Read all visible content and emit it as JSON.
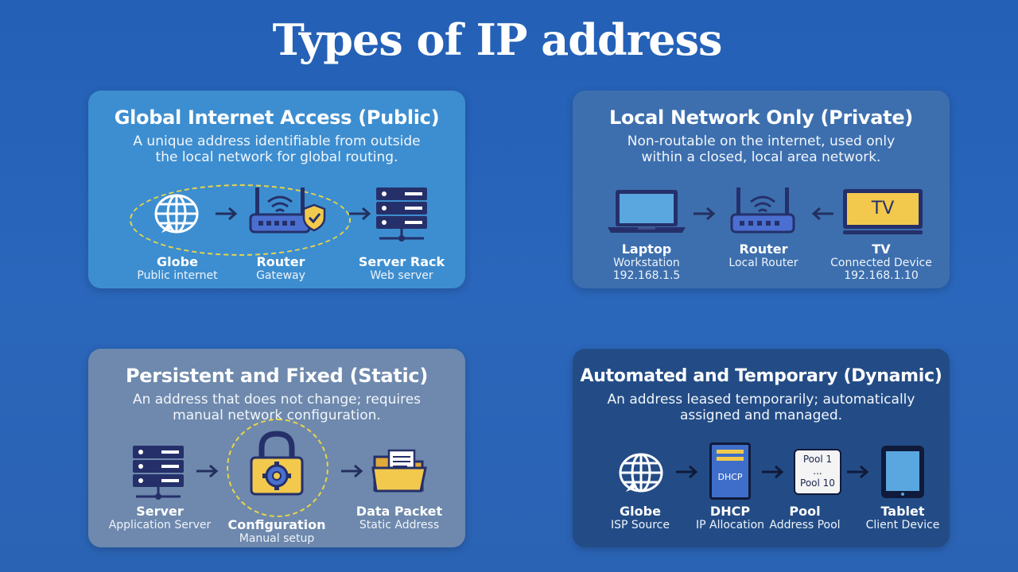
{
  "title": "Types of IP address",
  "panels": {
    "public": {
      "title": "Global Internet Access (Public)",
      "desc": [
        "A unique address identifiable from outside",
        "the local network for global routing."
      ],
      "nodes": [
        {
          "name": "Globe",
          "sub": "Public internet"
        },
        {
          "name": "Router",
          "sub": "Gateway"
        },
        {
          "name": "Server Rack",
          "sub": "Web server"
        }
      ]
    },
    "private": {
      "title": "Local Network Only (Private)",
      "desc": [
        "Non-routable on the internet, used only",
        "within a closed, local area network."
      ],
      "tv_label": "TV",
      "nodes": [
        {
          "name": "Laptop",
          "sub": "Workstation",
          "sub2": "192.168.1.5"
        },
        {
          "name": "Router",
          "sub": "Local Router"
        },
        {
          "name": "TV",
          "sub": "Connected Device",
          "sub2": "192.168.1.10"
        }
      ]
    },
    "static": {
      "title": "Persistent and Fixed (Static)",
      "desc": [
        "An address that does not change; requires",
        "manual network configuration."
      ],
      "nodes": [
        {
          "name": "Server",
          "sub": "Application Server"
        },
        {
          "name": "Configuration",
          "sub": "Manual setup"
        },
        {
          "name": "Data Packet",
          "sub": "Static Address"
        }
      ]
    },
    "dynamic": {
      "title": "Automated and Temporary (Dynamic)",
      "desc": [
        "An address leased temporarily; automatically",
        "assigned and managed."
      ],
      "dhcp_label": "DHCP",
      "pool_lines": [
        "Pool 1",
        "...",
        "Pool 10"
      ],
      "nodes": [
        {
          "name": "Globe",
          "sub": "ISP Source"
        },
        {
          "name": "DHCP",
          "sub": "IP Allocation"
        },
        {
          "name": "Pool",
          "sub": "Address Pool"
        },
        {
          "name": "Tablet",
          "sub": "Client Device"
        }
      ]
    }
  },
  "colors": {
    "background": "#2a63b6",
    "icon_navy": "#25306a",
    "icon_blue": "#4a6fd0",
    "accent_yellow": "#f2c94c",
    "dash_yellow": "#e8d44a"
  }
}
